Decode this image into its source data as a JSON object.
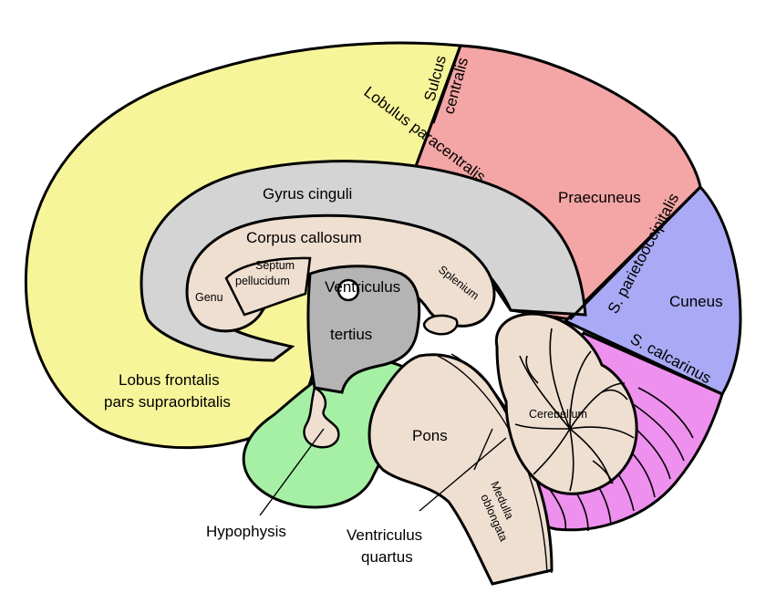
{
  "labels": {
    "sulcus": "Sulcus",
    "centralis": "centralis",
    "lobulus_paracentralis": "Lobulus paracentralis",
    "gyrus_cinguli": "Gyrus cinguli",
    "praecuneus": "Praecuneus",
    "corpus_callosum": "Corpus callosum",
    "septum": "Septum",
    "pellucidum": "pellucidum",
    "genu": "Genu",
    "ventriculus_tertius_1": "Ventriculus",
    "ventriculus_tertius_2": "tertius",
    "splenium": "Splenium",
    "s_parietooccipitalis": "S. parietooccipitalis",
    "cuneus": "Cuneus",
    "s_calcarinus": "S. calcarinus",
    "lobus_frontalis_1": "Lobus frontalis",
    "lobus_frontalis_2": "pars supraorbitalis",
    "cerebellum": "Cerebellum",
    "pons": "Pons",
    "medulla_1": "Medulla",
    "medulla_2": "oblongata",
    "hypophysis": "Hypophysis",
    "ventriculus_quartus_1": "Ventriculus",
    "ventriculus_quartus_2": "quartus"
  },
  "colors": {
    "frontal": "#f7f59a",
    "paracentral": "#f4a5a5",
    "cuneus": "#a9a9f5",
    "cingulate": "#d4d4d4",
    "corpus_callosum": "#efdfd1",
    "ventricle": "#b4b4b4",
    "hypothalamus": "#a5f0a5",
    "brainstem": "#efdfd1",
    "cerebellum": "#efdfd1",
    "occipital_under": "#ee90ee",
    "outline": "#000000"
  }
}
